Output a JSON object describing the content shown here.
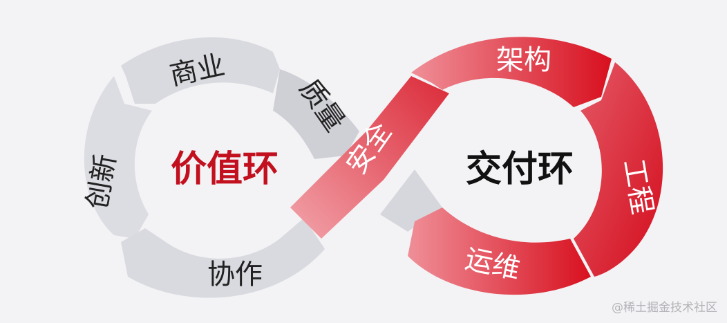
{
  "left_loop": {
    "center_label": "价值环",
    "segments": [
      "商业",
      "质量",
      "创新",
      "协作"
    ]
  },
  "right_loop": {
    "center_label": "交付环",
    "segments": [
      "架构",
      "工程",
      "运维"
    ]
  },
  "bridge_label": "安全",
  "watermark": "@稀土掘金技术社区",
  "colors": {
    "background": "#f3f3f5",
    "gray_segment": "#d9dadf",
    "gray_segment_dark": "#cbccd2",
    "red_start": "#ea7a85",
    "red_end": "#d80f24",
    "value_text": "#c2101f",
    "delivery_text": "#111111",
    "segment_text_dark": "#222222",
    "segment_text_light": "#ffffff"
  }
}
